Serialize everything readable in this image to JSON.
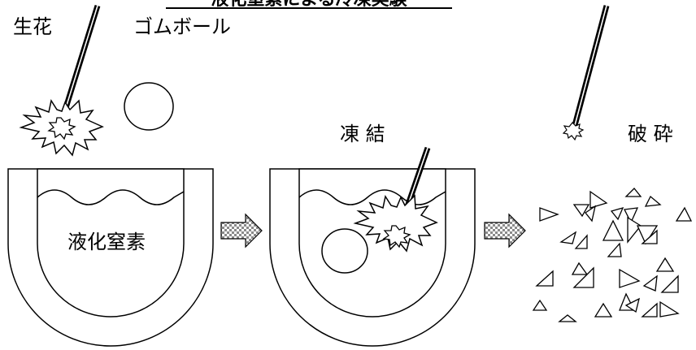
{
  "title": "液化窒素による冷凍実験",
  "labels": {
    "flower": "生花",
    "rubber_ball": "ゴムボール",
    "freezing": "凍 結",
    "shattered": "破 砕",
    "liquid_nitrogen": "液化窒素"
  },
  "stages": [
    "initial",
    "freezing",
    "shattered"
  ]
}
